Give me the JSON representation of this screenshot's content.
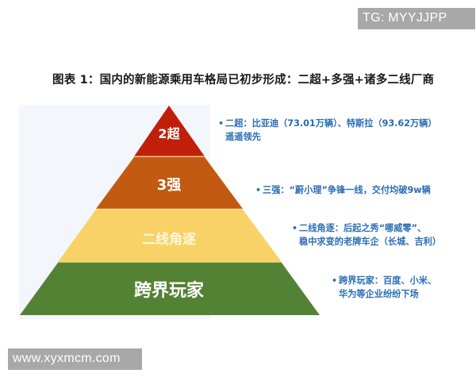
{
  "watermarks": {
    "top_right": "TG: MYYJJPP",
    "bottom_left": "www.xyxmcm.com"
  },
  "title": "图表 1：国内的新能源乘用车格局已初步形成：二超+多强+诸多二线厂商",
  "pyramid": {
    "tiers": [
      {
        "label": "2超",
        "color": "#c0200a"
      },
      {
        "label": "3强",
        "color": "#c25a12"
      },
      {
        "label": "二线角逐",
        "color": "#f8d266"
      },
      {
        "label": "跨界玩家",
        "color": "#548235"
      }
    ]
  },
  "notes": [
    {
      "bullet": "•",
      "lines": [
        "二超：比亚迪（73.01万辆）、特斯拉（93.62万辆）",
        "遥遥领先"
      ]
    },
    {
      "bullet": "•",
      "lines": [
        "三强：“蔚小理”争锋一线，交付均破9w辆"
      ]
    },
    {
      "bullet": "•",
      "lines": [
        "二线角逐：后起之秀“哪威零”、",
        "稳中求变的老牌车企（长城、吉利）"
      ]
    },
    {
      "bullet": "•",
      "lines": [
        "跨界玩家：百度、小米、",
        "华为等企业纷纷下场"
      ]
    }
  ],
  "colors": {
    "note_text": "#2a6db5",
    "title_text": "#1a1a1a",
    "panel_bg": "#f3f6fb"
  }
}
